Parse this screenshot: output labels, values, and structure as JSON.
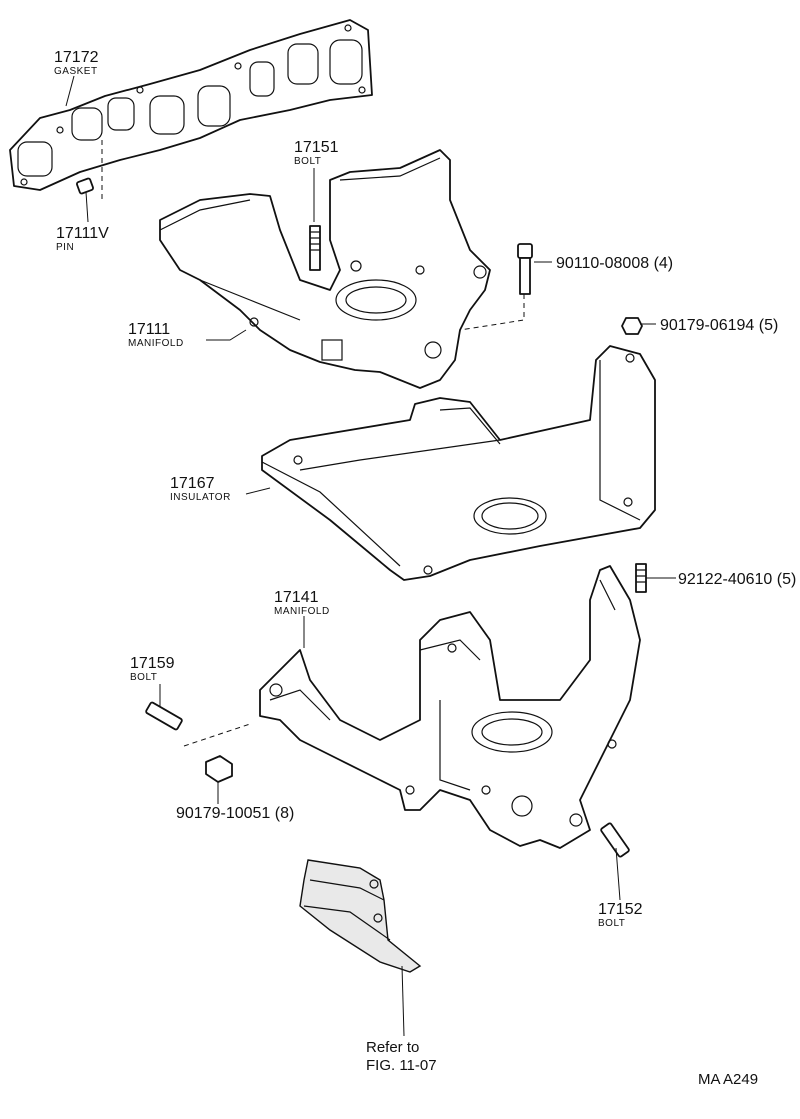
{
  "labels": {
    "gasket": {
      "part_no": "17172",
      "name": "GASKET"
    },
    "pin": {
      "part_no": "17111V",
      "name": "PIN"
    },
    "bolt_17151": {
      "part_no": "17151",
      "name": "BOLT"
    },
    "bolt_90110": {
      "part_no": "90110-08008 (4)"
    },
    "nut_90179_06194": {
      "part_no": "90179-06194 (5)"
    },
    "upper_manifold": {
      "part_no": "17111",
      "name": "MANIFOLD"
    },
    "insulator": {
      "part_no": "17167",
      "name": "INSULATOR"
    },
    "stud_92122": {
      "part_no": "92122-40610 (5)"
    },
    "lower_manifold": {
      "part_no": "17141",
      "name": "MANIFOLD"
    },
    "bolt_17159": {
      "part_no": "17159",
      "name": "BOLT"
    },
    "nut_90179_10051": {
      "part_no": "90179-10051 (8)"
    },
    "bolt_17152": {
      "part_no": "17152",
      "name": "BOLT"
    },
    "refer_line1": "Refer to",
    "refer_line2": "FIG. 11-07",
    "figure_code": "MA  A249"
  }
}
